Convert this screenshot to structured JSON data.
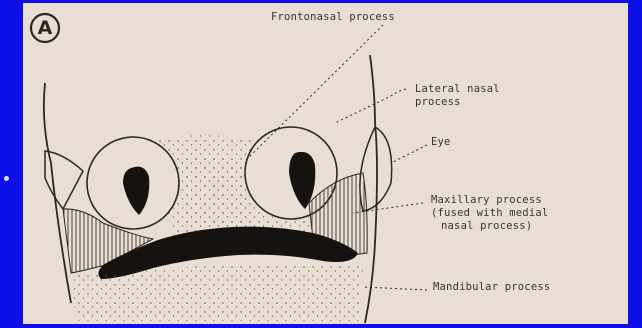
{
  "diagram": {
    "panel_letter": "A",
    "labels": {
      "frontonasal": "Frontonasal process",
      "lateral_nasal_line1": "Lateral nasal",
      "lateral_nasal_line2": "process",
      "eye": "Eye",
      "maxillary_line1": "Maxillary process",
      "maxillary_line2": "(fused with medial",
      "maxillary_line3": "nasal process)",
      "mandibular": "Mandibular process"
    }
  },
  "colors": {
    "background": "#0e0ee6",
    "paper": "#e9ded3",
    "ink": "#2e2722"
  }
}
